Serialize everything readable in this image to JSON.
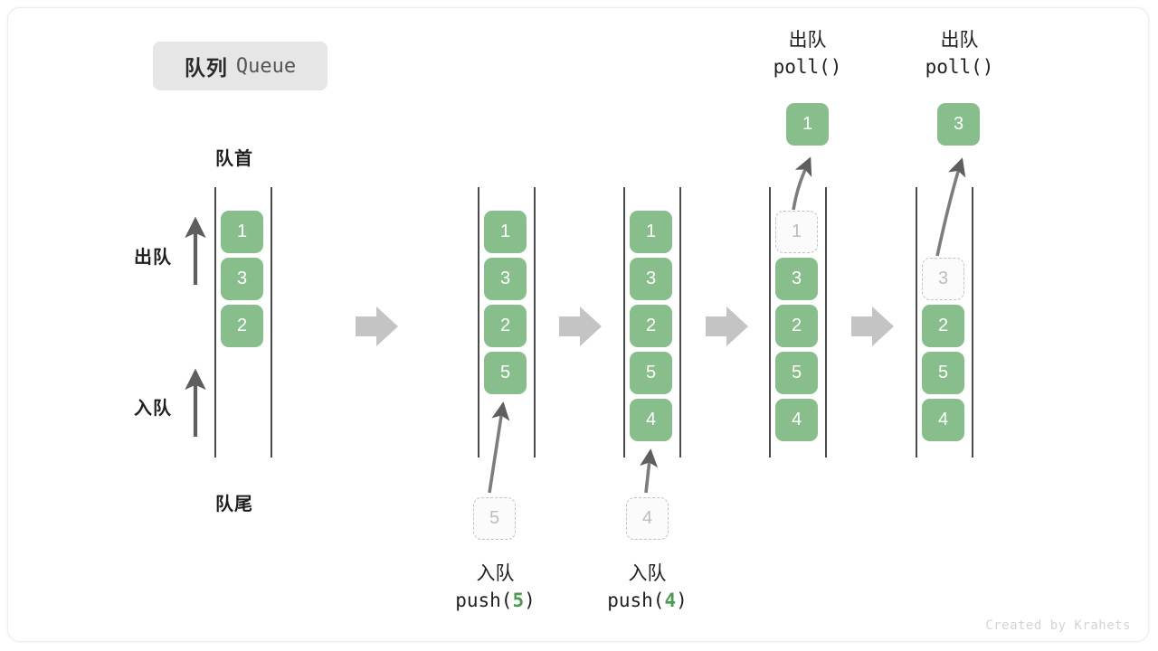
{
  "title": {
    "cn": "队列",
    "en": "Queue"
  },
  "labels": {
    "head": "队首",
    "tail": "队尾",
    "dequeue": "出队",
    "enqueue": "入队"
  },
  "credit": "Created by Krahets",
  "colors": {
    "cell_fill": "#88bd8c",
    "cell_text": "#ffffff",
    "ghost_border": "#c2c2c2",
    "ghost_text": "#bdbdbd",
    "rail": "#4a4a4a",
    "arrow": "#5e5e5e",
    "step_arrow": "#c4c4c4",
    "accent_number": "#4c9a52",
    "chip_bg": "#e6e6e6"
  },
  "columns": [
    {
      "id": "col1",
      "name": "initial-queue",
      "cells": [
        {
          "value": "1",
          "state": "filled"
        },
        {
          "value": "3",
          "state": "filled"
        },
        {
          "value": "2",
          "state": "filled"
        }
      ]
    },
    {
      "id": "col2",
      "name": "after-push-5",
      "cells": [
        {
          "value": "1",
          "state": "filled"
        },
        {
          "value": "3",
          "state": "filled"
        },
        {
          "value": "2",
          "state": "filled"
        },
        {
          "value": "5",
          "state": "filled"
        }
      ]
    },
    {
      "id": "col3",
      "name": "after-push-4",
      "cells": [
        {
          "value": "1",
          "state": "filled"
        },
        {
          "value": "3",
          "state": "filled"
        },
        {
          "value": "2",
          "state": "filled"
        },
        {
          "value": "5",
          "state": "filled"
        },
        {
          "value": "4",
          "state": "filled"
        }
      ]
    },
    {
      "id": "col4",
      "name": "after-first-poll",
      "cells": [
        {
          "value": "1",
          "state": "ghost"
        },
        {
          "value": "3",
          "state": "filled"
        },
        {
          "value": "2",
          "state": "filled"
        },
        {
          "value": "5",
          "state": "filled"
        },
        {
          "value": "4",
          "state": "filled"
        }
      ]
    },
    {
      "id": "col5",
      "name": "after-second-poll",
      "cells": [
        {
          "value": "",
          "state": "empty"
        },
        {
          "value": "3",
          "state": "ghost"
        },
        {
          "value": "2",
          "state": "filled"
        },
        {
          "value": "5",
          "state": "filled"
        },
        {
          "value": "4",
          "state": "filled"
        }
      ]
    }
  ],
  "operations": {
    "push5": {
      "cn": "入队",
      "code_prefix": "push(",
      "code_value": "5",
      "code_suffix": ")",
      "ghost_value": "5"
    },
    "push4": {
      "cn": "入队",
      "code_prefix": "push(",
      "code_value": "4",
      "code_suffix": ")",
      "ghost_value": "4"
    },
    "poll1": {
      "cn": "出队",
      "code": "poll()",
      "popped_value": "1"
    },
    "poll2": {
      "cn": "出队",
      "code": "poll()",
      "popped_value": "3"
    }
  }
}
